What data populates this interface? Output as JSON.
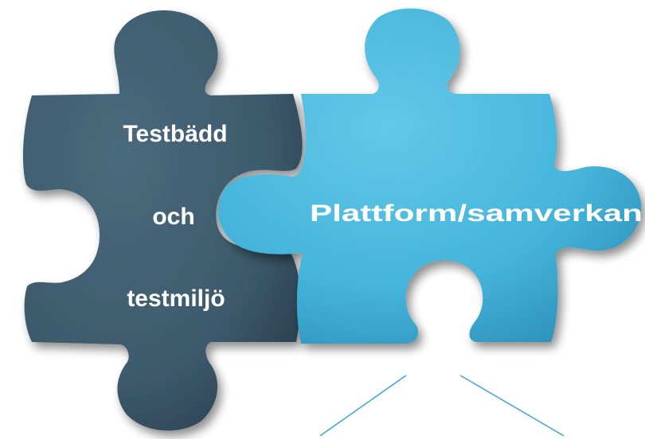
{
  "diagram": {
    "left_piece": {
      "lines": [
        "Testbädd",
        "och",
        "testmiljö"
      ],
      "color": "#3d5a6c"
    },
    "right_piece": {
      "label": "Plattform/samverkan",
      "color": "#4ab8dc"
    },
    "connector_color": "#3aa6d8"
  }
}
